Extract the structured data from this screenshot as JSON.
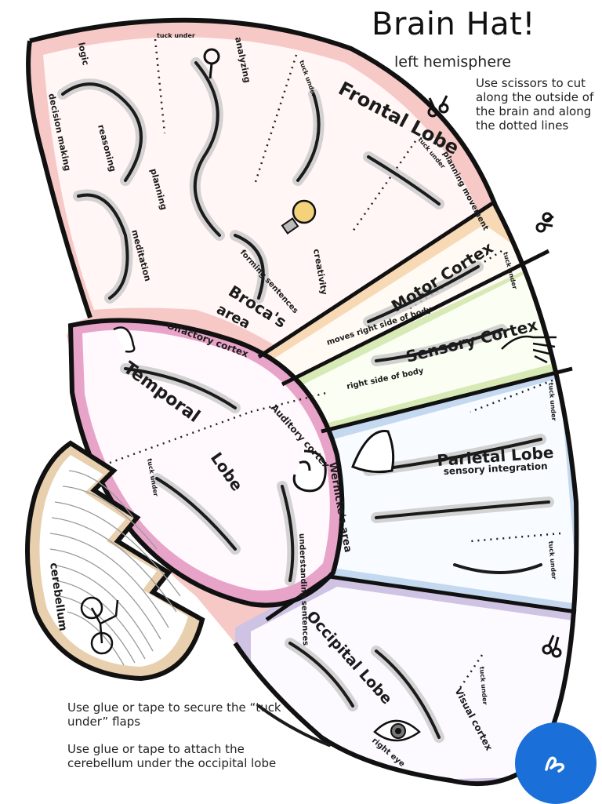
{
  "title": "Brain Hat!",
  "subtitle": "left hemisphere",
  "instructions": "Use scissors to cut along the outside of the brain and along the dotted lines",
  "notes": {
    "tuck": "Use glue or tape to secure the “tuck under” flaps",
    "cerebellum": "Use glue or tape to attach the cerebellum under the occipital lobe"
  },
  "regions": {
    "frontal": "Frontal Lobe",
    "motor": "Motor Cortex",
    "sensory": "Sensory Cortex",
    "parietal": "Parietal Lobe",
    "parietal_sub": "sensory integration",
    "temporal_1": "Temporal",
    "temporal_2": "Lobe",
    "occipital": "Occipital Lobe",
    "cerebellum": "cerebellum",
    "broca_1": "Broca's",
    "broca_2": "area",
    "wernicke": "Wernicke's area",
    "auditory": "Auditory cortex",
    "olfactory": "Olfactory cortex",
    "visual": "Visual cortex"
  },
  "labels": {
    "logic": "logic",
    "decision": "decision making",
    "reasoning": "reasoning",
    "planning": "planning",
    "meditation": "meditation",
    "analyzing": "analyzing",
    "creativity": "creativity",
    "forming": "forming sentences",
    "planning_movement": "planning movement",
    "moves_right": "moves right side of body",
    "right_side": "right side of body",
    "understanding": "understanding sentences",
    "right_eye": "right eye",
    "tuck_under": "tuck under"
  },
  "colors": {
    "frontal": "#f6c9c6",
    "motor": "#f8d9b6",
    "sensory": "#d7e9b5",
    "parietal": "#c4d8ef",
    "occipital": "#cfc3e4",
    "temporal": "#e7a3c8",
    "cerebellum": "#e8cfae",
    "fab": "#1a6fd9"
  },
  "icons": [
    "scissors-icon",
    "magnifier-icon",
    "lightbulb-icon",
    "ear-icon",
    "nose-icon",
    "hand-icon",
    "eye-icon",
    "bicycle-icon",
    "pen-icon"
  ]
}
